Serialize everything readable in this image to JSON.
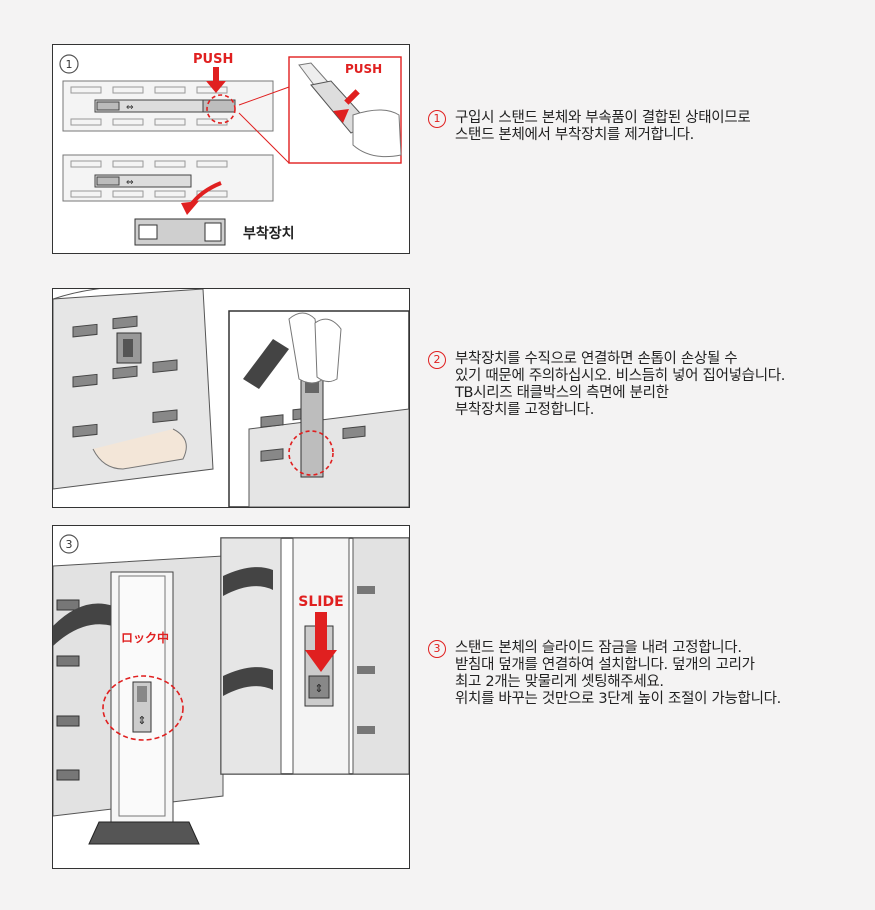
{
  "steps": [
    {
      "number": "1",
      "lines": [
        "구입시 스탠드 본체와 부속품이 결합된 상태이므로",
        "스탠드 본체에서 부착장치를 제거합니다."
      ],
      "figure": {
        "badge": "1",
        "push_label": "PUSH",
        "push_label_zoom": "PUSH",
        "part_label": "부착장치"
      }
    },
    {
      "number": "2",
      "lines": [
        "부착장치를 수직으로 연결하면 손톱이 손상될 수",
        "있기 때문에 주의하십시오. 비스듬히 넣어 집어넣습니다.",
        "TB시리즈 태클박스의 측면에 분리한",
        "부착장치를  고정합니다."
      ],
      "figure": {}
    },
    {
      "number": "3",
      "lines": [
        "스탠드  본체의 슬라이드 잠금을 내려 고정합니다.",
        "받침대 덮개를 연결하여 설치합니다. 덮개의 고리가",
        "최고 2개는 맞물리게 셋팅해주세요.",
        "위치를 바꾸는 것만으로 3단계 높이 조절이 가능합니다."
      ],
      "figure": {
        "badge": "3",
        "lock_label": "ロック中",
        "slide_label": "SLIDE"
      }
    }
  ],
  "colors": {
    "accent": "#e02020",
    "panel_border": "#333333",
    "part_gray": "#dcdcdc"
  }
}
